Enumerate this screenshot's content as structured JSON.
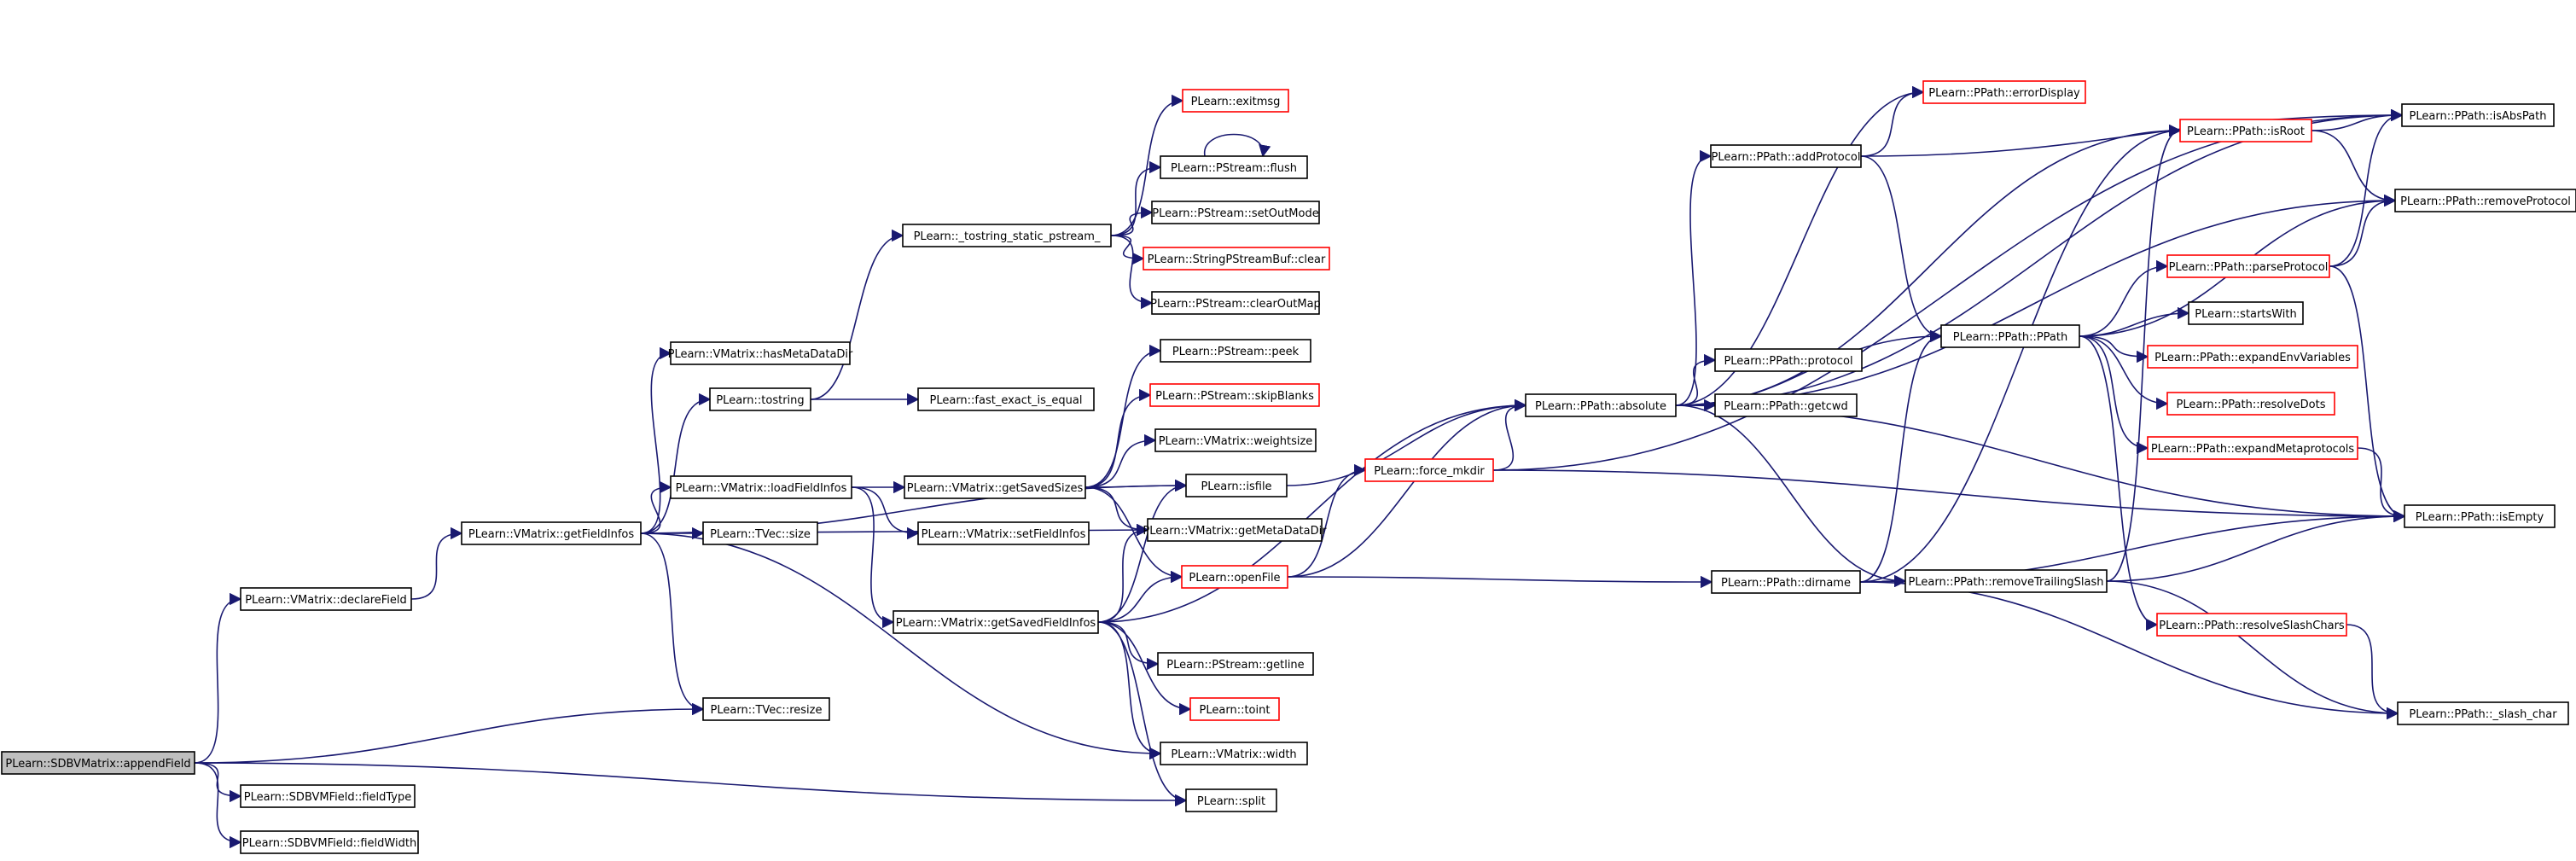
{
  "colors": {
    "edge": "#191970",
    "box_border": "#000000",
    "box_border_incomplete": "#ff0000",
    "root_fill": "#bfbfbf",
    "box_fill": "#ffffff"
  },
  "nodes": [
    {
      "id": "appendField",
      "label": "PLearn::SDBVMatrix::appendField",
      "root": true
    },
    {
      "id": "declareField",
      "label": "PLearn::VMatrix::declareField"
    },
    {
      "id": "fieldType",
      "label": "PLearn::SDBVMField::fieldType"
    },
    {
      "id": "fieldWidth",
      "label": "PLearn::SDBVMField::fieldWidth"
    },
    {
      "id": "getFieldInfos",
      "label": "PLearn::VMatrix::getFieldInfos"
    },
    {
      "id": "resize",
      "label": "PLearn::TVec::resize"
    },
    {
      "id": "hasMetaDataDir",
      "label": "PLearn::VMatrix::hasMetaDataDir"
    },
    {
      "id": "tostring",
      "label": "PLearn::tostring"
    },
    {
      "id": "loadFieldInfos",
      "label": "PLearn::VMatrix::loadFieldInfos"
    },
    {
      "id": "tvecsize",
      "label": "PLearn::TVec::size"
    },
    {
      "id": "tostring_static",
      "label": "PLearn::_tostring_static_pstream_"
    },
    {
      "id": "fast_exact",
      "label": "PLearn::fast_exact_is_equal"
    },
    {
      "id": "getSavedSizes",
      "label": "PLearn::VMatrix::getSavedSizes"
    },
    {
      "id": "setFieldInfos",
      "label": "PLearn::VMatrix::setFieldInfos"
    },
    {
      "id": "getSavedFieldInfos",
      "label": "PLearn::VMatrix::getSavedFieldInfos"
    },
    {
      "id": "exitmsg",
      "label": "PLearn::exitmsg",
      "incomplete": true
    },
    {
      "id": "flush",
      "label": "PLearn::PStream::flush"
    },
    {
      "id": "setOutMode",
      "label": "PLearn::PStream::setOutMode"
    },
    {
      "id": "spbclear",
      "label": "PLearn::StringPStreamBuf::clear",
      "incomplete": true
    },
    {
      "id": "clearOutMap",
      "label": "PLearn::PStream::clearOutMap"
    },
    {
      "id": "peek",
      "label": "PLearn::PStream::peek"
    },
    {
      "id": "skipBlanks",
      "label": "PLearn::PStream::skipBlanks",
      "incomplete": true
    },
    {
      "id": "weightsize",
      "label": "PLearn::VMatrix::weightsize"
    },
    {
      "id": "isfile",
      "label": "PLearn::isfile"
    },
    {
      "id": "getMetaDataDir",
      "label": "PLearn::VMatrix::getMetaDataDir"
    },
    {
      "id": "openFile",
      "label": "PLearn::openFile",
      "incomplete": true
    },
    {
      "id": "getline",
      "label": "PLearn::PStream::getline"
    },
    {
      "id": "toint",
      "label": "PLearn::toint",
      "incomplete": true
    },
    {
      "id": "width",
      "label": "PLearn::VMatrix::width"
    },
    {
      "id": "split",
      "label": "PLearn::split"
    },
    {
      "id": "force_mkdir",
      "label": "PLearn::force_mkdir",
      "incomplete": true
    },
    {
      "id": "absolute",
      "label": "PLearn::PPath::absolute"
    },
    {
      "id": "errorDisplay",
      "label": "PLearn::PPath::errorDisplay",
      "incomplete": true
    },
    {
      "id": "addProtocol",
      "label": "PLearn::PPath::addProtocol"
    },
    {
      "id": "protocol",
      "label": "PLearn::PPath::protocol"
    },
    {
      "id": "getcwd",
      "label": "PLearn::PPath::getcwd"
    },
    {
      "id": "dirname",
      "label": "PLearn::PPath::dirname"
    },
    {
      "id": "isRoot",
      "label": "PLearn::PPath::isRoot",
      "incomplete": true
    },
    {
      "id": "parseProtocol",
      "label": "PLearn::PPath::parseProtocol",
      "incomplete": true
    },
    {
      "id": "ppath",
      "label": "PLearn::PPath::PPath"
    },
    {
      "id": "startsWith",
      "label": "PLearn::startsWith"
    },
    {
      "id": "expandEnvVariables",
      "label": "PLearn::PPath::expandEnvVariables",
      "incomplete": true
    },
    {
      "id": "resolveDots",
      "label": "PLearn::PPath::resolveDots",
      "incomplete": true
    },
    {
      "id": "expandMetaprotocols",
      "label": "PLearn::PPath::expandMetaprotocols",
      "incomplete": true
    },
    {
      "id": "removeTrailingSlash",
      "label": "PLearn::PPath::removeTrailingSlash"
    },
    {
      "id": "resolveSlashChars",
      "label": "PLearn::PPath::resolveSlashChars",
      "incomplete": true
    },
    {
      "id": "isAbsPath",
      "label": "PLearn::PPath::isAbsPath"
    },
    {
      "id": "removeProtocol",
      "label": "PLearn::PPath::removeProtocol"
    },
    {
      "id": "isEmpty",
      "label": "PLearn::PPath::isEmpty"
    },
    {
      "id": "slash_char",
      "label": "PLearn::PPath::_slash_char"
    }
  ],
  "edges": [
    [
      "appendField",
      "declareField"
    ],
    [
      "appendField",
      "fieldType"
    ],
    [
      "appendField",
      "fieldWidth"
    ],
    [
      "appendField",
      "resize"
    ],
    [
      "appendField",
      "split"
    ],
    [
      "declareField",
      "getFieldInfos"
    ],
    [
      "getFieldInfos",
      "hasMetaDataDir"
    ],
    [
      "getFieldInfos",
      "tostring"
    ],
    [
      "getFieldInfos",
      "loadFieldInfos"
    ],
    [
      "getFieldInfos",
      "tvecsize"
    ],
    [
      "getFieldInfos",
      "isfile"
    ],
    [
      "getFieldInfos",
      "getMetaDataDir"
    ],
    [
      "getFieldInfos",
      "width"
    ],
    [
      "getFieldInfos",
      "resize"
    ],
    [
      "tostring",
      "tostring_static"
    ],
    [
      "tostring",
      "fast_exact"
    ],
    [
      "tostring_static",
      "exitmsg"
    ],
    [
      "tostring_static",
      "flush"
    ],
    [
      "tostring_static",
      "setOutMode"
    ],
    [
      "tostring_static",
      "spbclear"
    ],
    [
      "tostring_static",
      "clearOutMap"
    ],
    [
      "flush",
      "flush"
    ],
    [
      "loadFieldInfos",
      "getSavedSizes"
    ],
    [
      "loadFieldInfos",
      "setFieldInfos"
    ],
    [
      "loadFieldInfos",
      "getSavedFieldInfos"
    ],
    [
      "getSavedSizes",
      "peek"
    ],
    [
      "getSavedSizes",
      "skipBlanks"
    ],
    [
      "getSavedSizes",
      "weightsize"
    ],
    [
      "getSavedSizes",
      "isfile"
    ],
    [
      "getSavedSizes",
      "getMetaDataDir"
    ],
    [
      "getSavedSizes",
      "openFile"
    ],
    [
      "getSavedFieldInfos",
      "isfile"
    ],
    [
      "getSavedFieldInfos",
      "getMetaDataDir"
    ],
    [
      "getSavedFieldInfos",
      "openFile"
    ],
    [
      "getSavedFieldInfos",
      "getline"
    ],
    [
      "getSavedFieldInfos",
      "toint"
    ],
    [
      "getSavedFieldInfos",
      "width"
    ],
    [
      "getSavedFieldInfos",
      "split"
    ],
    [
      "getSavedFieldInfos",
      "absolute"
    ],
    [
      "isfile",
      "absolute"
    ],
    [
      "openFile",
      "force_mkdir"
    ],
    [
      "openFile",
      "absolute"
    ],
    [
      "openFile",
      "dirname"
    ],
    [
      "force_mkdir",
      "absolute"
    ],
    [
      "force_mkdir",
      "isAbsPath"
    ],
    [
      "force_mkdir",
      "isEmpty"
    ],
    [
      "absolute",
      "addProtocol"
    ],
    [
      "absolute",
      "protocol"
    ],
    [
      "absolute",
      "getcwd"
    ],
    [
      "absolute",
      "ppath"
    ],
    [
      "absolute",
      "removeTrailingSlash"
    ],
    [
      "absolute",
      "isAbsPath"
    ],
    [
      "absolute",
      "isEmpty"
    ],
    [
      "absolute",
      "errorDisplay"
    ],
    [
      "absolute",
      "isRoot"
    ],
    [
      "absolute",
      "removeProtocol"
    ],
    [
      "addProtocol",
      "errorDisplay"
    ],
    [
      "addProtocol",
      "isAbsPath"
    ],
    [
      "addProtocol",
      "ppath"
    ],
    [
      "dirname",
      "isRoot"
    ],
    [
      "dirname",
      "ppath"
    ],
    [
      "dirname",
      "removeTrailingSlash"
    ],
    [
      "dirname",
      "isEmpty"
    ],
    [
      "dirname",
      "slash_char"
    ],
    [
      "ppath",
      "parseProtocol"
    ],
    [
      "ppath",
      "startsWith"
    ],
    [
      "ppath",
      "expandEnvVariables"
    ],
    [
      "ppath",
      "resolveDots"
    ],
    [
      "ppath",
      "expandMetaprotocols"
    ],
    [
      "ppath",
      "resolveSlashChars"
    ],
    [
      "ppath",
      "removeProtocol"
    ],
    [
      "removeTrailingSlash",
      "isRoot"
    ],
    [
      "removeTrailingSlash",
      "isEmpty"
    ],
    [
      "removeTrailingSlash",
      "slash_char"
    ],
    [
      "isRoot",
      "isAbsPath"
    ],
    [
      "isRoot",
      "removeProtocol"
    ],
    [
      "parseProtocol",
      "isAbsPath"
    ],
    [
      "parseProtocol",
      "removeProtocol"
    ],
    [
      "parseProtocol",
      "isEmpty"
    ],
    [
      "expandMetaprotocols",
      "isEmpty"
    ],
    [
      "resolveSlashChars",
      "slash_char"
    ]
  ]
}
